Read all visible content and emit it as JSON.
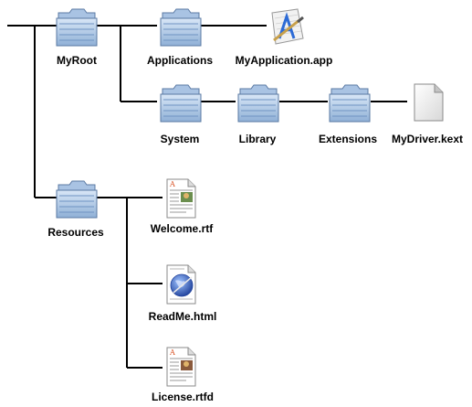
{
  "nodes": {
    "myroot": {
      "label": "MyRoot",
      "icon": "folder-icon"
    },
    "applications": {
      "label": "Applications",
      "icon": "folder-icon"
    },
    "myapplication": {
      "label": "MyApplication.app",
      "icon": "application-icon"
    },
    "system": {
      "label": "System",
      "icon": "folder-icon"
    },
    "library": {
      "label": "Library",
      "icon": "folder-icon"
    },
    "extensions": {
      "label": "Extensions",
      "icon": "folder-icon"
    },
    "mydriver": {
      "label": "MyDriver.kext",
      "icon": "blank-document-icon"
    },
    "resources": {
      "label": "Resources",
      "icon": "folder-icon"
    },
    "welcome": {
      "label": "Welcome.rtf",
      "icon": "rtf-document-icon"
    },
    "readme": {
      "label": "ReadMe.html",
      "icon": "html-document-icon"
    },
    "license": {
      "label": "License.rtfd",
      "icon": "rtfd-document-icon"
    }
  },
  "colors": {
    "line": "#000000",
    "folder_light": "#bcd3ee",
    "folder_dark": "#7fa2cc",
    "folder_edge": "#5a79a3"
  }
}
